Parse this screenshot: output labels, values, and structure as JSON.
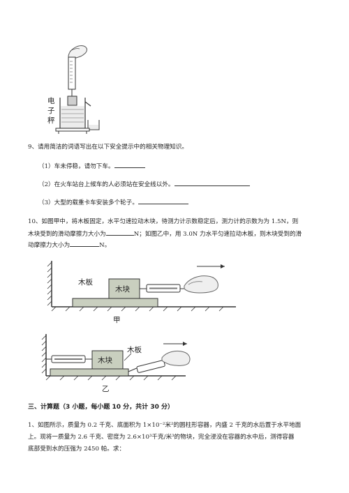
{
  "fig_top": {
    "scale_label_1": "电",
    "scale_label_2": "子",
    "scale_label_3": "秤"
  },
  "q9": {
    "stem": "9、请用简洁的词语写出在以下安全提示中的相关物理知识。",
    "item1": "（1）车未停稳，请勿下车。",
    "item2": "（2）在火车站台上候车的人必须站在安全线以外。",
    "item3": "（3）大型的载重卡车安装多个轮子。"
  },
  "q10": {
    "line1": "10、如图甲中，将木板固定，水平匀速拉动木块，待测力计示数稳定后，测力计的示数为为 1.5N，则",
    "line2a": "木块受到的滑动摩擦力大小为",
    "line2b": "N；如图乙中，用 3.0N 力水平匀速拉动木板，则木块受到的滑",
    "line3a": "动摩擦力大小为",
    "line3b": "N。"
  },
  "fig_jia": {
    "board": "木板",
    "block": "木块",
    "caption": "甲"
  },
  "fig_yi": {
    "board": "木板",
    "block": "木块",
    "caption": "乙"
  },
  "section3": {
    "title": "三、计算题（3 小题，每小题 10 分，共计 30 分）"
  },
  "calc1": {
    "line1": "1、如图所示，质量为 0.2 千克、底面积为 1×10⁻²米²的圆柱形容器，内盛 2 千克的水后置于水平地面",
    "line2": "上。现将一质量为 2.6 千克、密度为 2.6×10³千克/米³的物块，完全浸没在容器的水中后，测得容器",
    "line3": "底部受到水的压强为 2450 帕。求："
  }
}
